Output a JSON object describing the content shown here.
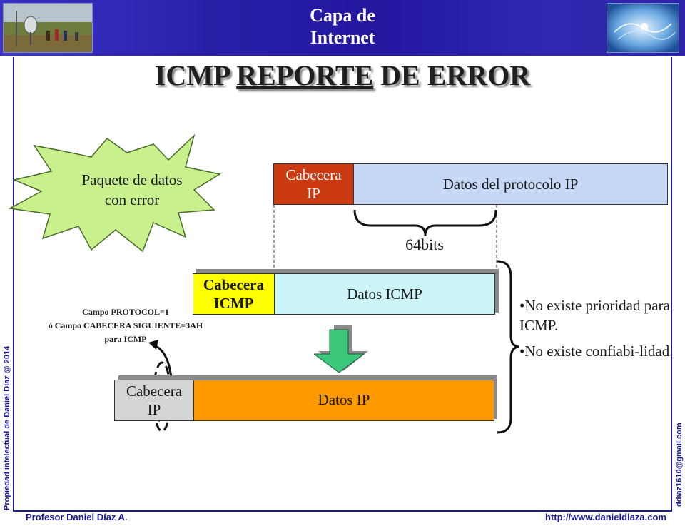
{
  "header": {
    "title_line1": "Capa de",
    "title_line2": "Internet"
  },
  "slide": {
    "title_word1": "ICMP",
    "title_word2": "REPORTE",
    "title_word3": "DE ERROR"
  },
  "diagram": {
    "star_label_line1": "Paquete de datos",
    "star_label_line2": "con error",
    "ip_header_line1": "Cabecera",
    "ip_header_line2": "IP",
    "ip_data": "Datos del protocolo IP",
    "bits_label": "64bits",
    "icmp_header_line1": "Cabecera",
    "icmp_header_line2": "ICMP",
    "icmp_data": "Datos ICMP",
    "outer_header_line1": "Cabecera",
    "outer_header_line2": "IP",
    "outer_data": "Datos IP",
    "note_line1": "Campo PROTOCOL=1",
    "note_line2": "ó Campo CABECERA SIGUIENTE=3AH",
    "note_line3": "para ICMP"
  },
  "bullets": [
    "No existe prioridad para ICMP.",
    "No existe confiabi-lidad"
  ],
  "footer": {
    "left_vertical": "Propiedad intelectual de Daniel Díaz @ 2014",
    "right_vertical": "ddiaz1610@gmail.com",
    "author": "Profesor Daniel Díaz A.",
    "website": "http://www.danieldiaza.com"
  },
  "colors": {
    "banner_blue": "#2a20a8",
    "ip_header_red": "#cc3a12",
    "ip_data_blue": "#c6d8f5",
    "icmp_header_yellow": "#ffff00",
    "icmp_data_cyan": "#ccf5fa",
    "outer_data_orange": "#ff9900",
    "outer_header_gray": "#d4d4d4",
    "star_green": "#c8f08c",
    "arrow_green": "#3cc87a"
  }
}
